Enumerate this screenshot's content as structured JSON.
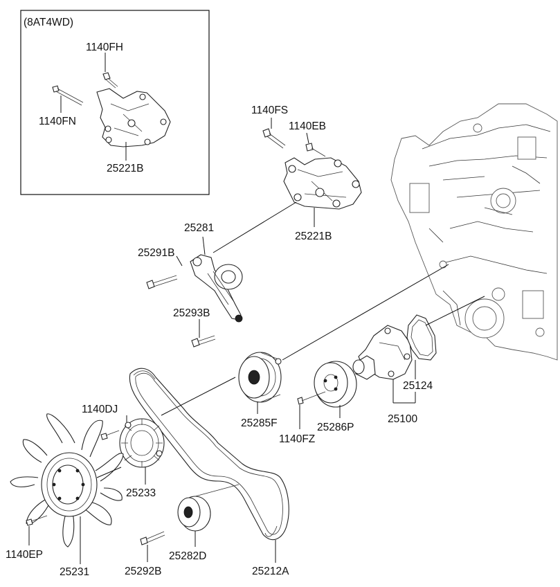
{
  "inset": {
    "title": "(8AT4WD)"
  },
  "labels": {
    "l_1140FH": "1140FH",
    "l_1140FN": "1140FN",
    "l_25221B_inset": "25221B",
    "l_1140FS": "1140FS",
    "l_1140EB": "1140EB",
    "l_25221B": "25221B",
    "l_25281": "25281",
    "l_25291B": "25291B",
    "l_25293B": "25293B",
    "l_25124": "25124",
    "l_25100": "25100",
    "l_25285F": "25285F",
    "l_25286P": "25286P",
    "l_1140FZ": "1140FZ",
    "l_1140DJ": "1140DJ",
    "l_25233": "25233",
    "l_1140EP": "1140EP",
    "l_25231": "25231",
    "l_25282D": "25282D",
    "l_25292B": "25292B",
    "l_25212A": "25212A"
  }
}
